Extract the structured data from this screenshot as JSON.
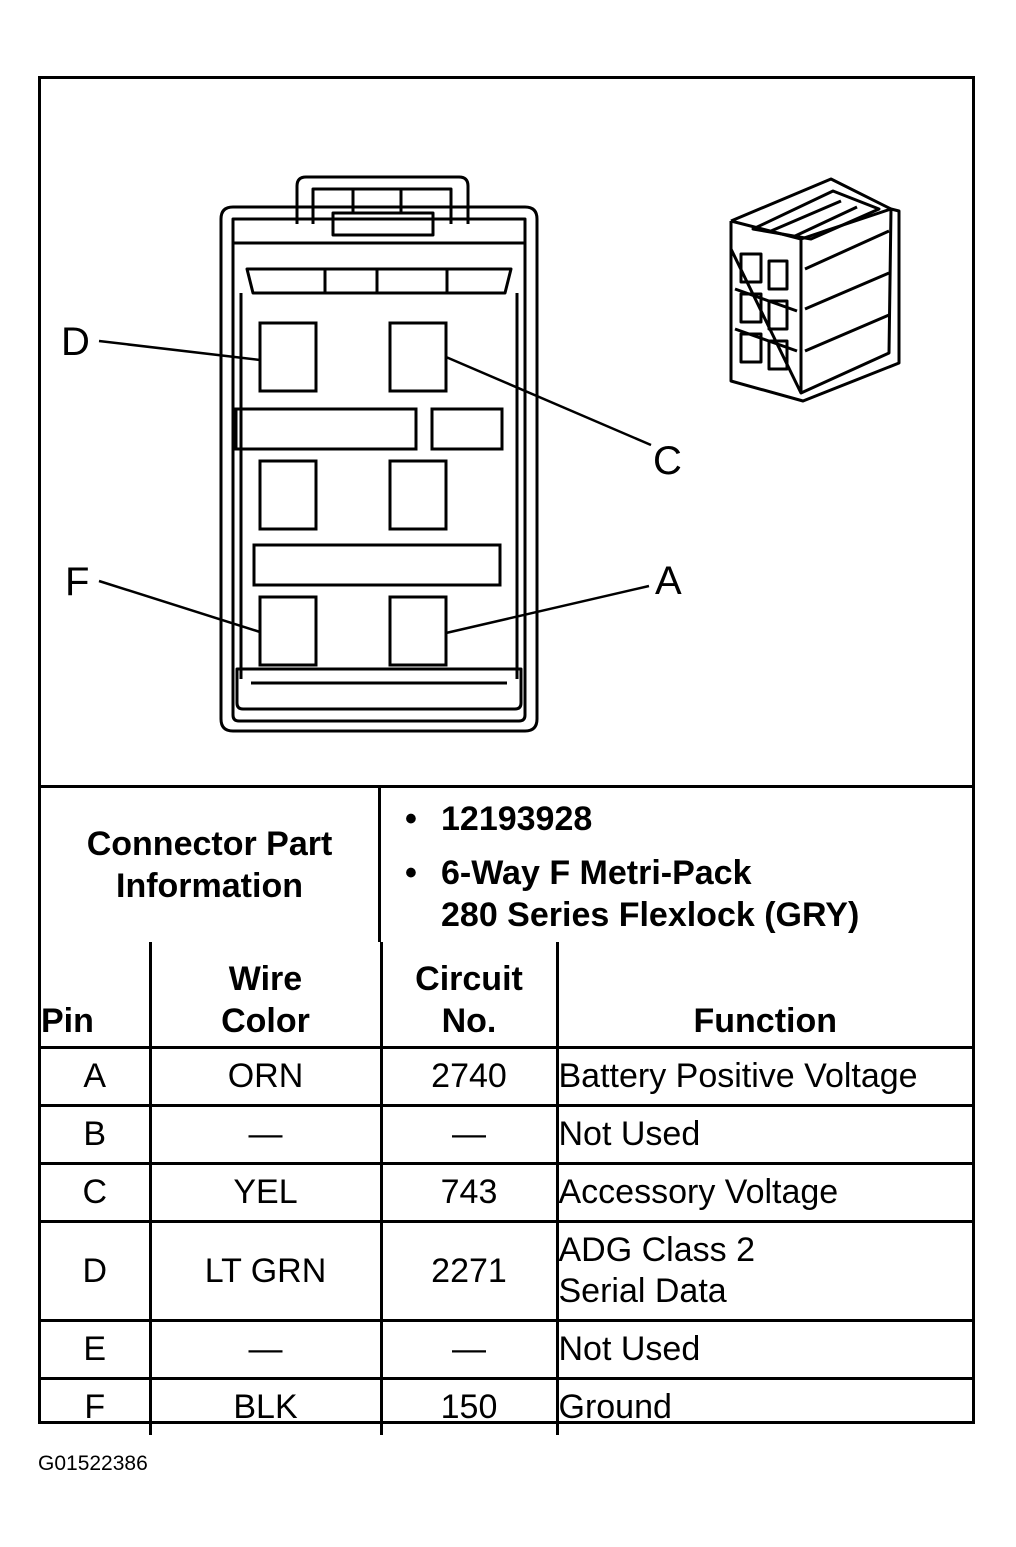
{
  "figure": {
    "callouts": {
      "d": "D",
      "c": "C",
      "f": "F",
      "a": "A"
    },
    "id": "G01522386"
  },
  "part_info": {
    "heading_line1": "Connector Part",
    "heading_line2": "Information",
    "items": [
      {
        "bullet": "•",
        "line1": "12193928",
        "line2": ""
      },
      {
        "bullet": "•",
        "line1": "6-Way F Metri-Pack",
        "line2": "280 Series Flexlock (GRY)"
      }
    ]
  },
  "table": {
    "headers": {
      "pin": "Pin",
      "wire_color_line1": "Wire",
      "wire_color_line2": "Color",
      "circuit_line1": "Circuit",
      "circuit_line2": "No.",
      "function": "Function"
    },
    "rows": [
      {
        "pin": "A",
        "wire_color": "ORN",
        "circuit": "2740",
        "function_line1": "Battery Positive Voltage",
        "function_line2": ""
      },
      {
        "pin": "B",
        "wire_color": "—",
        "circuit": "—",
        "function_line1": "Not Used",
        "function_line2": ""
      },
      {
        "pin": "C",
        "wire_color": "YEL",
        "circuit": "743",
        "function_line1": "Accessory Voltage",
        "function_line2": ""
      },
      {
        "pin": "D",
        "wire_color": "LT GRN",
        "circuit": "2271",
        "function_line1": "ADG Class 2",
        "function_line2": "Serial Data"
      },
      {
        "pin": "E",
        "wire_color": "—",
        "circuit": "—",
        "function_line1": "Not Used",
        "function_line2": ""
      },
      {
        "pin": "F",
        "wire_color": "BLK",
        "circuit": "150",
        "function_line1": "Ground",
        "function_line2": ""
      }
    ]
  }
}
